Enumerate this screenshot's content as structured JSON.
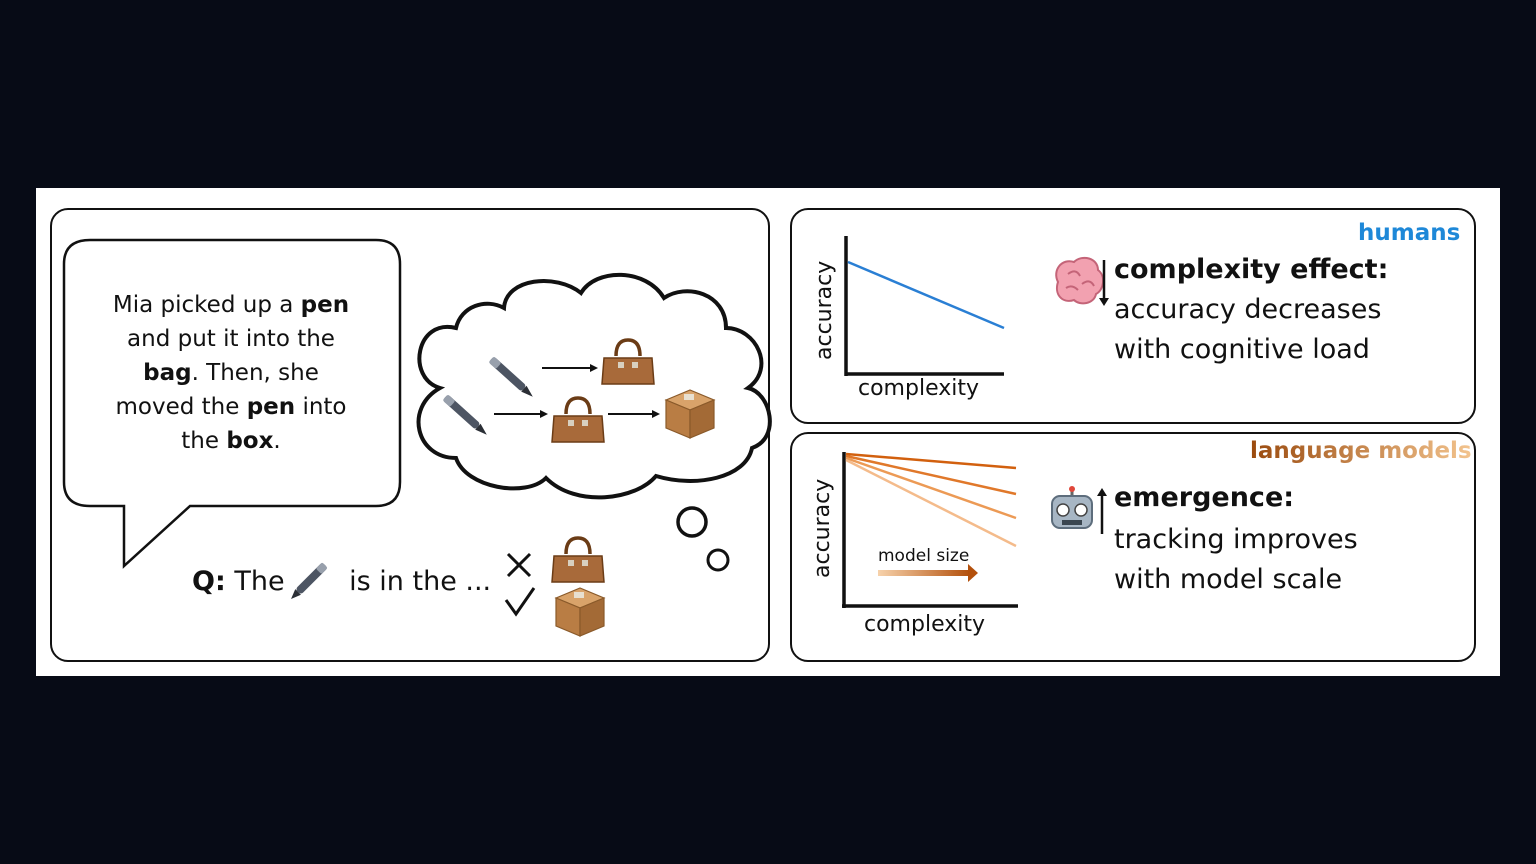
{
  "story": {
    "line1_pre": "Mia picked up a ",
    "line1_bold": "pen",
    "line2": "and put it into the",
    "line3_bold": "bag",
    "line3_rest": ". Then, she",
    "line4_pre": "moved the ",
    "line4_bold": "pen",
    "line4_post": " into",
    "line5_pre": "the ",
    "line5_bold": "box",
    "line5_post": "."
  },
  "question": {
    "prefix": "Q:",
    "pre": " The",
    "post": " is in the ..."
  },
  "humans": {
    "tag": "humans",
    "tag_color": "#1e88d8",
    "title": "complexity effect:",
    "body": [
      "accuracy decreases",
      "with cognitive load"
    ],
    "ylabel": "accuracy",
    "xlabel": "complexity",
    "line_color": "#2a7fd4"
  },
  "lm": {
    "tag": "language models",
    "tag_color_start": "#9a4a0e",
    "tag_color_end": "#f3c48e",
    "title": "emergence:",
    "body": [
      "tracking improves",
      "with model scale"
    ],
    "ylabel": "accuracy",
    "xlabel": "complexity",
    "arrow_label": "model size",
    "line_colors": [
      "#d2600e",
      "#e0782a",
      "#ec9a55",
      "#f4bb8b"
    ]
  },
  "icons": {
    "pen": "pen-icon",
    "bag": "handbag-icon",
    "box": "package-box-icon",
    "brain": "brain-icon",
    "robot": "robot-icon",
    "cross": "cross-icon",
    "check": "checkmark-icon"
  }
}
